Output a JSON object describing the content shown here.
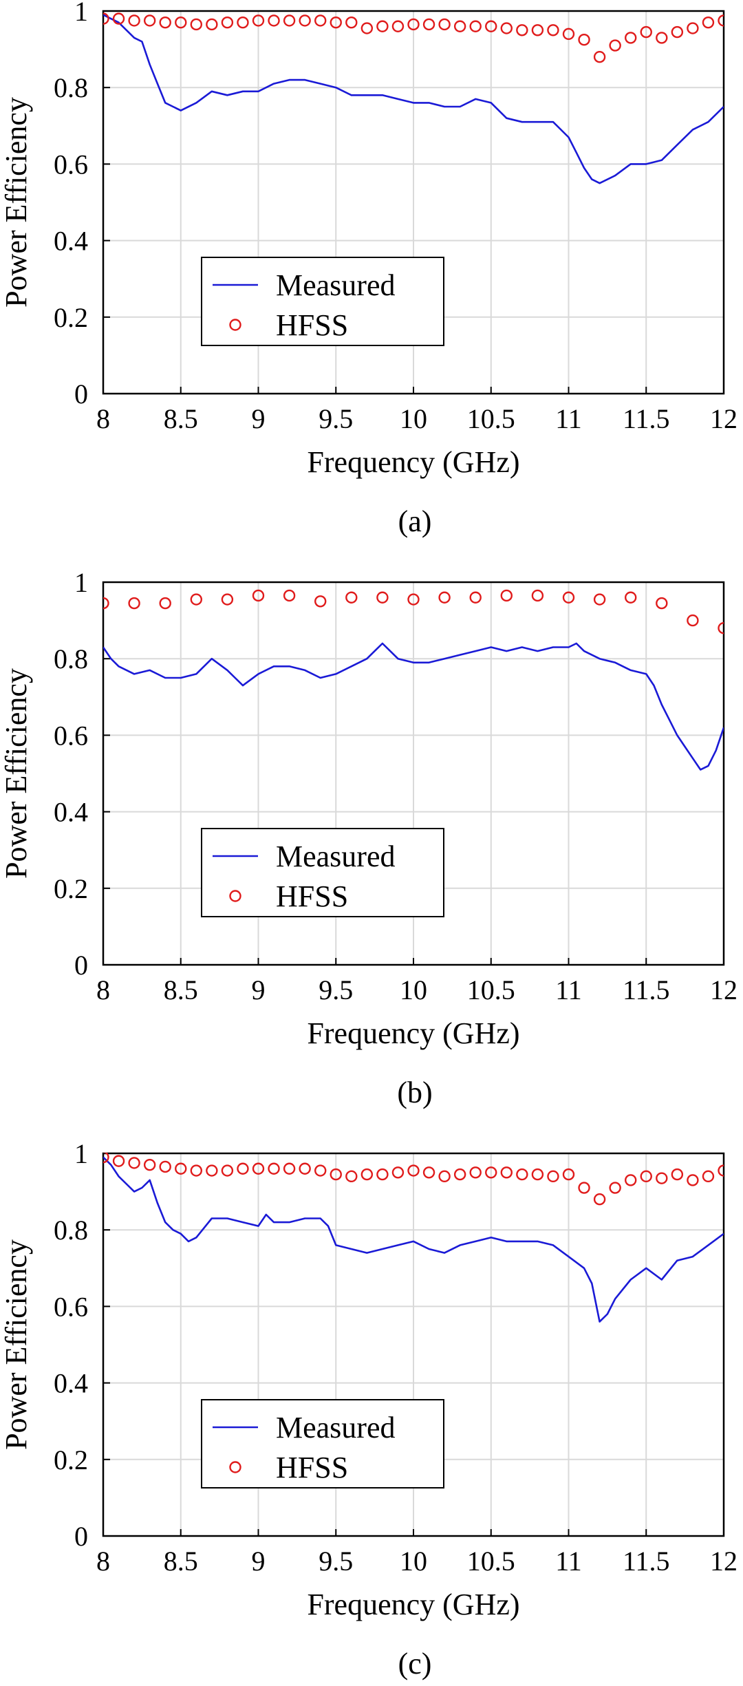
{
  "colors": {
    "measured": "#1a1ad6",
    "hfss": "#e01b1b",
    "grid": "#d9d9d9",
    "axis": "#000000"
  },
  "chart_data": [
    {
      "type": "line",
      "caption": "(a)",
      "xlabel": "Frequency (GHz)",
      "ylabel": "Power Efficiency",
      "xlim": [
        8,
        12
      ],
      "ylim": [
        0,
        1
      ],
      "xticks": [
        "8",
        "8.5",
        "9",
        "9.5",
        "10",
        "10.5",
        "11",
        "11.5",
        "12"
      ],
      "yticks": [
        "0",
        "0.2",
        "0.4",
        "0.6",
        "0.8",
        "1"
      ],
      "grid": true,
      "legend_position": "lower-left",
      "series": [
        {
          "name": "Measured",
          "style": "line",
          "x": [
            8.0,
            8.1,
            8.15,
            8.2,
            8.25,
            8.3,
            8.35,
            8.4,
            8.45,
            8.5,
            8.6,
            8.7,
            8.8,
            8.9,
            9.0,
            9.1,
            9.2,
            9.3,
            9.4,
            9.5,
            9.6,
            9.7,
            9.8,
            9.9,
            10.0,
            10.1,
            10.2,
            10.3,
            10.4,
            10.5,
            10.6,
            10.7,
            10.8,
            10.9,
            11.0,
            11.05,
            11.1,
            11.15,
            11.2,
            11.3,
            11.4,
            11.5,
            11.6,
            11.7,
            11.8,
            11.9,
            12.0
          ],
          "y": [
            0.99,
            0.97,
            0.95,
            0.93,
            0.92,
            0.86,
            0.81,
            0.76,
            0.75,
            0.74,
            0.76,
            0.79,
            0.78,
            0.79,
            0.79,
            0.81,
            0.82,
            0.82,
            0.81,
            0.8,
            0.78,
            0.78,
            0.78,
            0.77,
            0.76,
            0.76,
            0.75,
            0.75,
            0.77,
            0.76,
            0.72,
            0.71,
            0.71,
            0.71,
            0.67,
            0.63,
            0.59,
            0.56,
            0.55,
            0.57,
            0.6,
            0.6,
            0.61,
            0.65,
            0.69,
            0.71,
            0.75
          ]
        },
        {
          "name": "HFSS",
          "style": "marker",
          "x": [
            8.0,
            8.1,
            8.2,
            8.3,
            8.4,
            8.5,
            8.6,
            8.7,
            8.8,
            8.9,
            9.0,
            9.1,
            9.2,
            9.3,
            9.4,
            9.5,
            9.6,
            9.7,
            9.8,
            9.9,
            10.0,
            10.1,
            10.2,
            10.3,
            10.4,
            10.5,
            10.6,
            10.7,
            10.8,
            10.9,
            11.0,
            11.1,
            11.2,
            11.3,
            11.4,
            11.5,
            11.6,
            11.7,
            11.8,
            11.9,
            12.0
          ],
          "y": [
            0.98,
            0.98,
            0.975,
            0.975,
            0.97,
            0.97,
            0.965,
            0.965,
            0.97,
            0.97,
            0.975,
            0.975,
            0.975,
            0.975,
            0.975,
            0.97,
            0.97,
            0.955,
            0.96,
            0.96,
            0.965,
            0.965,
            0.965,
            0.96,
            0.96,
            0.96,
            0.955,
            0.95,
            0.95,
            0.95,
            0.94,
            0.925,
            0.88,
            0.91,
            0.93,
            0.945,
            0.93,
            0.945,
            0.955,
            0.97,
            0.975
          ]
        }
      ]
    },
    {
      "type": "line",
      "caption": "(b)",
      "xlabel": "Frequency (GHz)",
      "ylabel": "Power Efficiency",
      "xlim": [
        8,
        12
      ],
      "ylim": [
        0,
        1
      ],
      "xticks": [
        "8",
        "8.5",
        "9",
        "9.5",
        "10",
        "10.5",
        "11",
        "11.5",
        "12"
      ],
      "yticks": [
        "0",
        "0.2",
        "0.4",
        "0.6",
        "0.8",
        "1"
      ],
      "grid": true,
      "legend_position": "lower-left",
      "series": [
        {
          "name": "Measured",
          "style": "line",
          "x": [
            8.0,
            8.05,
            8.1,
            8.2,
            8.3,
            8.4,
            8.5,
            8.6,
            8.7,
            8.8,
            8.85,
            8.9,
            9.0,
            9.1,
            9.2,
            9.3,
            9.4,
            9.5,
            9.6,
            9.7,
            9.75,
            9.8,
            9.85,
            9.9,
            10.0,
            10.1,
            10.2,
            10.3,
            10.4,
            10.5,
            10.6,
            10.7,
            10.8,
            10.9,
            11.0,
            11.05,
            11.1,
            11.2,
            11.3,
            11.4,
            11.5,
            11.55,
            11.6,
            11.65,
            11.7,
            11.75,
            11.8,
            11.85,
            11.9,
            11.95,
            12.0
          ],
          "y": [
            0.83,
            0.8,
            0.78,
            0.76,
            0.77,
            0.75,
            0.75,
            0.76,
            0.8,
            0.77,
            0.75,
            0.73,
            0.76,
            0.78,
            0.78,
            0.77,
            0.75,
            0.76,
            0.78,
            0.8,
            0.82,
            0.84,
            0.82,
            0.8,
            0.79,
            0.79,
            0.8,
            0.81,
            0.82,
            0.83,
            0.82,
            0.83,
            0.82,
            0.83,
            0.83,
            0.84,
            0.82,
            0.8,
            0.79,
            0.77,
            0.76,
            0.73,
            0.68,
            0.64,
            0.6,
            0.57,
            0.54,
            0.51,
            0.52,
            0.56,
            0.62
          ]
        },
        {
          "name": "HFSS",
          "style": "marker",
          "x": [
            8.0,
            8.2,
            8.4,
            8.6,
            8.8,
            9.0,
            9.2,
            9.4,
            9.6,
            9.8,
            10.0,
            10.2,
            10.4,
            10.6,
            10.8,
            11.0,
            11.2,
            11.4,
            11.6,
            11.8,
            12.0
          ],
          "y": [
            0.945,
            0.945,
            0.945,
            0.955,
            0.955,
            0.965,
            0.965,
            0.95,
            0.96,
            0.96,
            0.955,
            0.96,
            0.96,
            0.965,
            0.965,
            0.96,
            0.955,
            0.96,
            0.945,
            0.9,
            0.88
          ]
        }
      ]
    },
    {
      "type": "line",
      "caption": "(c)",
      "xlabel": "Frequency (GHz)",
      "ylabel": "Power Efficiency",
      "xlim": [
        8,
        12
      ],
      "ylim": [
        0,
        1
      ],
      "xticks": [
        "8",
        "8.5",
        "9",
        "9.5",
        "10",
        "10.5",
        "11",
        "11.5",
        "12"
      ],
      "yticks": [
        "0",
        "0.2",
        "0.4",
        "0.6",
        "0.8",
        "1"
      ],
      "grid": true,
      "legend_position": "lower-left",
      "series": [
        {
          "name": "Measured",
          "style": "line",
          "x": [
            8.0,
            8.05,
            8.1,
            8.15,
            8.2,
            8.25,
            8.3,
            8.35,
            8.4,
            8.45,
            8.5,
            8.55,
            8.6,
            8.7,
            8.8,
            8.9,
            9.0,
            9.05,
            9.1,
            9.2,
            9.3,
            9.4,
            9.45,
            9.5,
            9.6,
            9.7,
            9.8,
            9.9,
            10.0,
            10.1,
            10.2,
            10.3,
            10.4,
            10.5,
            10.6,
            10.7,
            10.8,
            10.9,
            11.0,
            11.1,
            11.15,
            11.2,
            11.25,
            11.3,
            11.4,
            11.5,
            11.6,
            11.7,
            11.8,
            11.9,
            12.0
          ],
          "y": [
            0.99,
            0.97,
            0.94,
            0.92,
            0.9,
            0.91,
            0.93,
            0.87,
            0.82,
            0.8,
            0.79,
            0.77,
            0.78,
            0.83,
            0.83,
            0.82,
            0.81,
            0.84,
            0.82,
            0.82,
            0.83,
            0.83,
            0.81,
            0.76,
            0.75,
            0.74,
            0.75,
            0.76,
            0.77,
            0.75,
            0.74,
            0.76,
            0.77,
            0.78,
            0.77,
            0.77,
            0.77,
            0.76,
            0.73,
            0.7,
            0.66,
            0.56,
            0.58,
            0.62,
            0.67,
            0.7,
            0.67,
            0.72,
            0.73,
            0.76,
            0.79
          ]
        },
        {
          "name": "HFSS",
          "style": "marker",
          "x": [
            8.0,
            8.1,
            8.2,
            8.3,
            8.4,
            8.5,
            8.6,
            8.7,
            8.8,
            8.9,
            9.0,
            9.1,
            9.2,
            9.3,
            9.4,
            9.5,
            9.6,
            9.7,
            9.8,
            9.9,
            10.0,
            10.1,
            10.2,
            10.3,
            10.4,
            10.5,
            10.6,
            10.7,
            10.8,
            10.9,
            11.0,
            11.1,
            11.2,
            11.3,
            11.4,
            11.5,
            11.6,
            11.7,
            11.8,
            11.9,
            12.0
          ],
          "y": [
            0.99,
            0.98,
            0.975,
            0.97,
            0.965,
            0.96,
            0.955,
            0.955,
            0.955,
            0.96,
            0.96,
            0.96,
            0.96,
            0.96,
            0.955,
            0.945,
            0.94,
            0.945,
            0.945,
            0.95,
            0.955,
            0.95,
            0.94,
            0.945,
            0.95,
            0.95,
            0.95,
            0.945,
            0.945,
            0.94,
            0.945,
            0.91,
            0.88,
            0.91,
            0.93,
            0.94,
            0.935,
            0.945,
            0.93,
            0.94,
            0.955
          ]
        }
      ]
    }
  ]
}
